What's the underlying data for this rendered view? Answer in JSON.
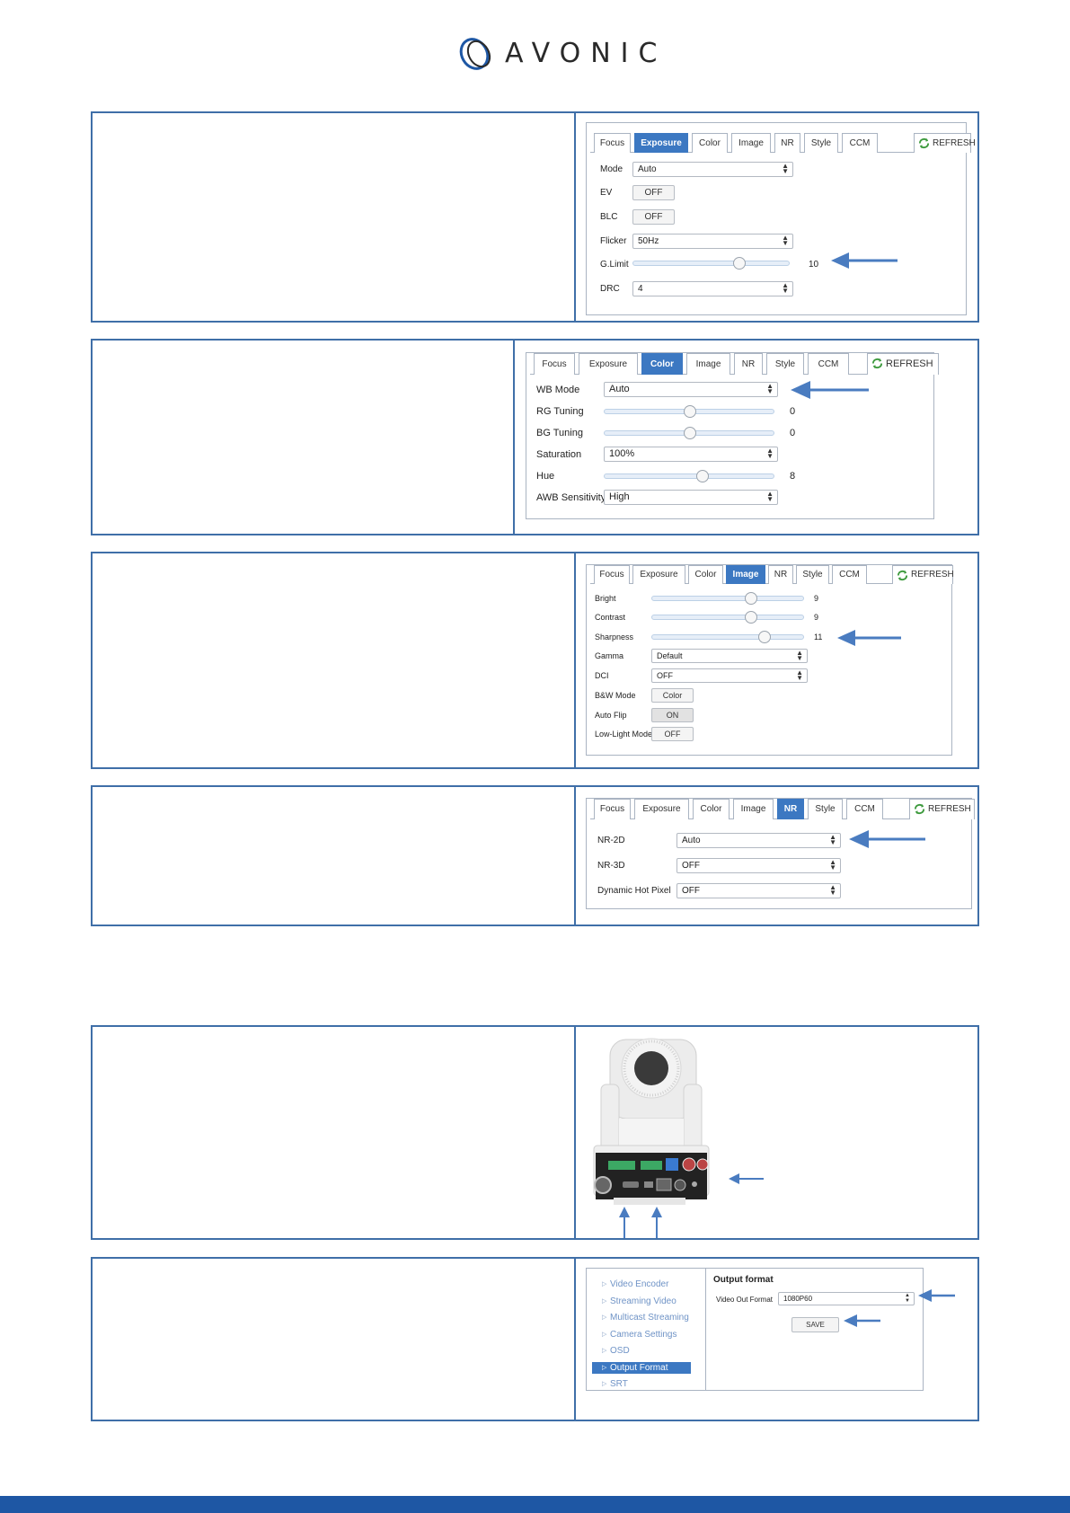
{
  "brand": {
    "name": "AVONIC",
    "color": "#1e57a4"
  },
  "exposure_panel": {
    "tabs": [
      "Focus",
      "Exposure",
      "Color",
      "Image",
      "NR",
      "Style",
      "CCM"
    ],
    "active_tab": "Exposure",
    "refresh_label": "REFRESH",
    "fields": {
      "mode_label": "Mode",
      "mode_value": "Auto",
      "ev_label": "EV",
      "ev_value": "OFF",
      "blc_label": "BLC",
      "blc_value": "OFF",
      "flicker_label": "Flicker",
      "flicker_value": "50Hz",
      "glimit_label": "G.Limit",
      "glimit_value": "10",
      "drc_label": "DRC",
      "drc_value": "4"
    }
  },
  "color_panel": {
    "tabs": [
      "Focus",
      "Exposure",
      "Color",
      "Image",
      "NR",
      "Style",
      "CCM"
    ],
    "active_tab": "Color",
    "refresh_label": "REFRESH",
    "fields": {
      "wb_label": "WB Mode",
      "wb_value": "Auto",
      "rg_label": "RG Tuning",
      "rg_value": "0",
      "bg_label": "BG Tuning",
      "bg_value": "0",
      "sat_label": "Saturation",
      "sat_value": "100%",
      "hue_label": "Hue",
      "hue_value": "8",
      "awb_label": "AWB Sensitivity",
      "awb_value": "High"
    }
  },
  "image_panel": {
    "tabs": [
      "Focus",
      "Exposure",
      "Color",
      "Image",
      "NR",
      "Style",
      "CCM"
    ],
    "active_tab": "Image",
    "refresh_label": "REFRESH",
    "fields": {
      "bright_label": "Bright",
      "bright_value": "9",
      "contrast_label": "Contrast",
      "contrast_value": "9",
      "sharp_label": "Sharpness",
      "sharp_value": "11",
      "gamma_label": "Gamma",
      "gamma_value": "Default",
      "dci_label": "DCI",
      "dci_value": "OFF",
      "bw_label": "B&W Mode",
      "bw_value": "Color",
      "flip_label": "Auto Flip",
      "flip_value": "ON",
      "lowlight_label": "Low-Light Mode",
      "lowlight_value": "OFF"
    }
  },
  "nr_panel": {
    "tabs": [
      "Focus",
      "Exposure",
      "Color",
      "Image",
      "NR",
      "Style",
      "CCM"
    ],
    "active_tab": "NR",
    "refresh_label": "REFRESH",
    "fields": {
      "nr2d_label": "NR-2D",
      "nr2d_value": "Auto",
      "nr3d_label": "NR-3D",
      "nr3d_value": "OFF",
      "dhp_label": "Dynamic Hot Pixel",
      "dhp_value": "OFF"
    }
  },
  "output_panel": {
    "menu": [
      "Video Encoder",
      "Streaming Video",
      "Multicast Streaming",
      "Camera Settings",
      "OSD",
      "Output Format",
      "SRT"
    ],
    "active_menu": "Output Format",
    "heading": "Output format",
    "vof_label": "Video Out Format",
    "vof_value": "1080P60",
    "save_label": "SAVE"
  }
}
